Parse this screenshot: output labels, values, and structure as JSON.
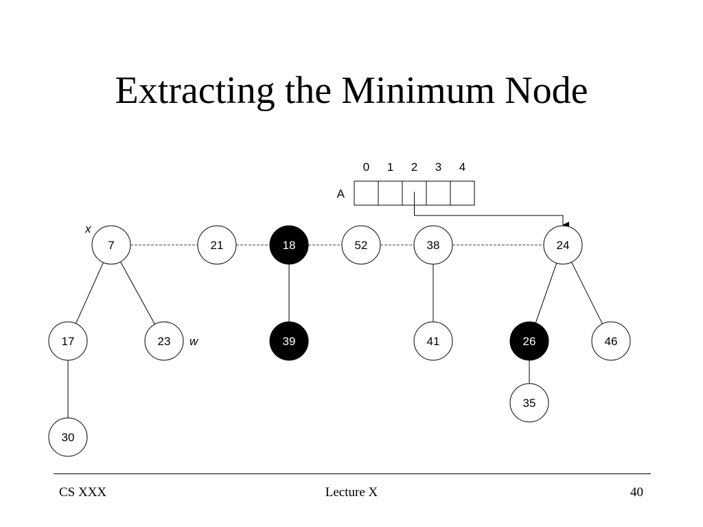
{
  "title": "Extracting the Minimum Node",
  "array": {
    "label": "A",
    "indices": [
      "0",
      "1",
      "2",
      "3",
      "4"
    ],
    "pointer_index": 2,
    "pointer_target": "24"
  },
  "markers": {
    "x": {
      "label": "x",
      "node": "7"
    },
    "w": {
      "label": "w",
      "node": "23"
    }
  },
  "nodes": [
    {
      "key": "7",
      "color": "white"
    },
    {
      "key": "21",
      "color": "white"
    },
    {
      "key": "18",
      "color": "black"
    },
    {
      "key": "52",
      "color": "white"
    },
    {
      "key": "38",
      "color": "white"
    },
    {
      "key": "24",
      "color": "white"
    },
    {
      "key": "17",
      "color": "white"
    },
    {
      "key": "23",
      "color": "white"
    },
    {
      "key": "39",
      "color": "black"
    },
    {
      "key": "41",
      "color": "white"
    },
    {
      "key": "26",
      "color": "black"
    },
    {
      "key": "46",
      "color": "white"
    },
    {
      "key": "30",
      "color": "white"
    },
    {
      "key": "35",
      "color": "white"
    }
  ],
  "root_list": [
    "7",
    "21",
    "18",
    "52",
    "38",
    "24"
  ],
  "edges": [
    [
      "7",
      "17"
    ],
    [
      "7",
      "23"
    ],
    [
      "17",
      "30"
    ],
    [
      "18",
      "39"
    ],
    [
      "38",
      "41"
    ],
    [
      "24",
      "26"
    ],
    [
      "24",
      "46"
    ],
    [
      "26",
      "35"
    ]
  ],
  "footer": {
    "left": "CS XXX",
    "center": "Lecture X",
    "right": "40"
  }
}
